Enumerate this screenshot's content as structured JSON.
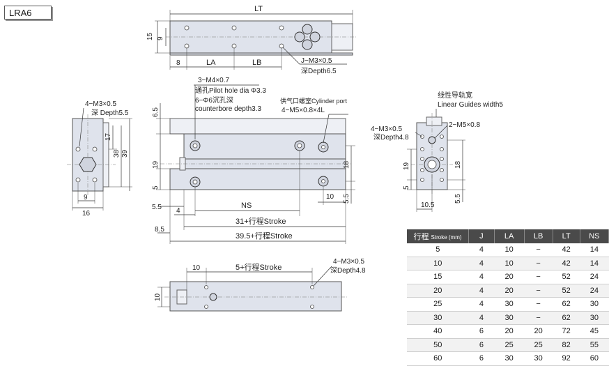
{
  "model": "LRA6",
  "top_view": {
    "lt": "LT",
    "h15": "15",
    "h9": "9",
    "d8": "8",
    "la": "LA",
    "lb": "LB",
    "tap": "J−M3×0.5",
    "tap_depth": "深Depth6.5"
  },
  "front_view": {
    "pilot_count": "3−M4×0.7",
    "pilot_hole": "通孔Pilot hole dia Φ3.3",
    "cb_count": "6−Φ6沉孔深",
    "cb_depth": "counterbore depth3.3",
    "port_label": "供气口螺室Cylinder port",
    "port_spec": "4−M5×0.8×4L",
    "d65": "6.5",
    "d19": "19",
    "d5": "5",
    "d55l": "5.5",
    "d4": "4",
    "ns": "NS",
    "d18": "18",
    "d10": "10",
    "d55r": "5.5",
    "stroke31": "31+行程Stroke",
    "d85": "8.5",
    "stroke395": "39.5+行程Stroke"
  },
  "side_view_left": {
    "tap": "4−M3×0.5",
    "depth": "深 Depth5.5",
    "d17": "17",
    "d38": "38",
    "d39": "39",
    "d9": "9",
    "d16": "16"
  },
  "side_view_right": {
    "guide_cn": "线性导轨宽",
    "guide": "Linear Guides width5",
    "tap": "4−M3×0.5",
    "depth": "深Depth4.8",
    "m5": "2−M5×0.8",
    "d19": "19",
    "d5": "5",
    "d18": "18",
    "d105": "10.5",
    "d55": "5.5"
  },
  "bottom_view": {
    "d10": "10",
    "stroke": "5+行程Stroke",
    "tap": "4−M3×0.5",
    "depth": "深Depth4.8",
    "h10": "10"
  },
  "table": {
    "header_stroke_cn": "行程",
    "header_stroke_en": "Stroke (mm)",
    "headers": [
      "J",
      "LA",
      "LB",
      "LT",
      "NS"
    ],
    "rows": [
      [
        "5",
        "4",
        "10",
        "−",
        "42",
        "14"
      ],
      [
        "10",
        "4",
        "10",
        "−",
        "42",
        "14"
      ],
      [
        "15",
        "4",
        "20",
        "−",
        "52",
        "24"
      ],
      [
        "20",
        "4",
        "20",
        "−",
        "52",
        "24"
      ],
      [
        "25",
        "4",
        "30",
        "−",
        "62",
        "30"
      ],
      [
        "30",
        "4",
        "30",
        "−",
        "62",
        "30"
      ],
      [
        "40",
        "6",
        "20",
        "20",
        "72",
        "45"
      ],
      [
        "50",
        "6",
        "25",
        "25",
        "82",
        "55"
      ],
      [
        "60",
        "6",
        "30",
        "30",
        "92",
        "60"
      ]
    ]
  }
}
